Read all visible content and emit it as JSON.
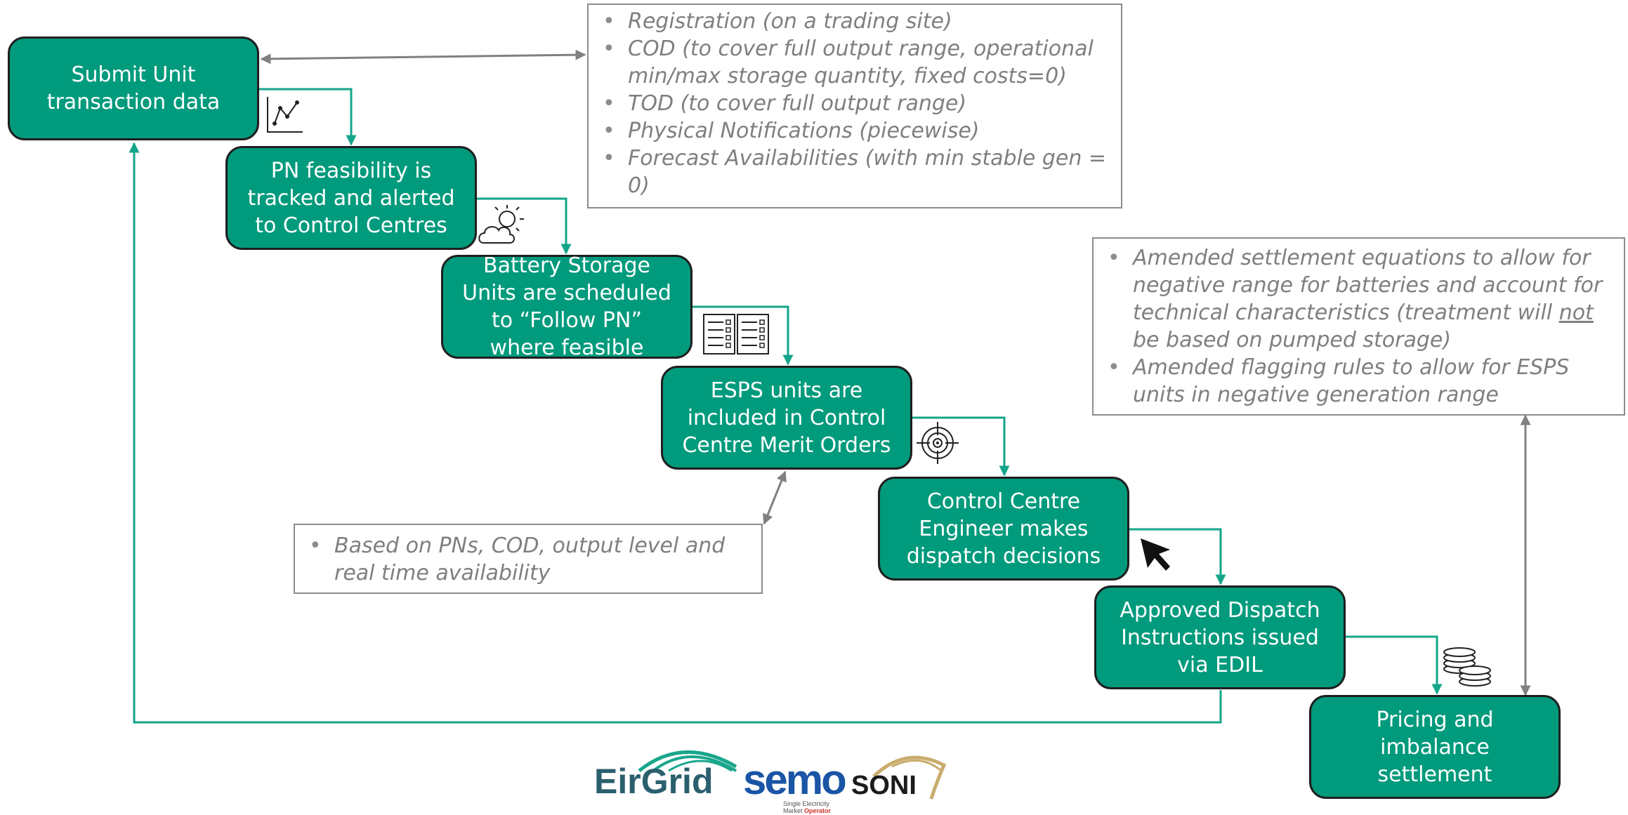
{
  "steps": [
    {
      "id": "submit",
      "text": "Submit Unit\ntransaction data"
    },
    {
      "id": "pn",
      "text": "PN feasibility is\ntracked and alerted\nto Control Centres"
    },
    {
      "id": "battery",
      "text": "Battery Storage\nUnits are scheduled\nto “Follow PN”\nwhere feasible"
    },
    {
      "id": "esps",
      "text": "ESPS units are\nincluded in Control\nCentre Merit Orders"
    },
    {
      "id": "engineer",
      "text": "Control Centre\nEngineer makes\ndispatch decisions"
    },
    {
      "id": "approved",
      "text": "Approved Dispatch\nInstructions issued\nvia EDIL"
    },
    {
      "id": "pricing",
      "text": "Pricing and\nimbalance\nsettlement"
    }
  ],
  "notes": {
    "transaction": [
      "Registration (on a trading site)",
      "COD (to cover full output range, operational min/max storage quantity, fixed costs=0)",
      "TOD (to cover full output range)",
      "Physical Notifications (piecewise)",
      "Forecast Availabilities (with min stable gen = 0)"
    ],
    "settlement": [
      {
        "before": "Amended settlement equations to allow for negative range for batteries and account for technical characteristics (treatment will ",
        "underlined": "not",
        "after": " be based on pumped storage)"
      },
      {
        "before": "Amended flagging rules to allow for ESPS units in negative generation range",
        "underlined": "",
        "after": ""
      }
    ],
    "merit": [
      "Based on PNs, COD, output level and real time availability"
    ]
  },
  "logos": {
    "eirgrid": "EirGrid",
    "semo": "semo",
    "semo_sub1": "Single Electricity",
    "semo_sub2_a": "Market ",
    "semo_sub2_b": "Operator",
    "soni": "SONI"
  },
  "icons": [
    "line-chart-icon",
    "weather-icon",
    "schedule-list-icon",
    "target-icon",
    "cursor-icon",
    "coins-icon"
  ],
  "colors": {
    "box": "#009a7c",
    "connector": "#14a58a",
    "note_text": "#7f7f7f",
    "note_border": "#8c8c8c",
    "eirgrid": "#2b5f6e",
    "semo": "#1a55a6",
    "soni": "#1b1b1b",
    "soni_arc": "#c9ad6e"
  }
}
